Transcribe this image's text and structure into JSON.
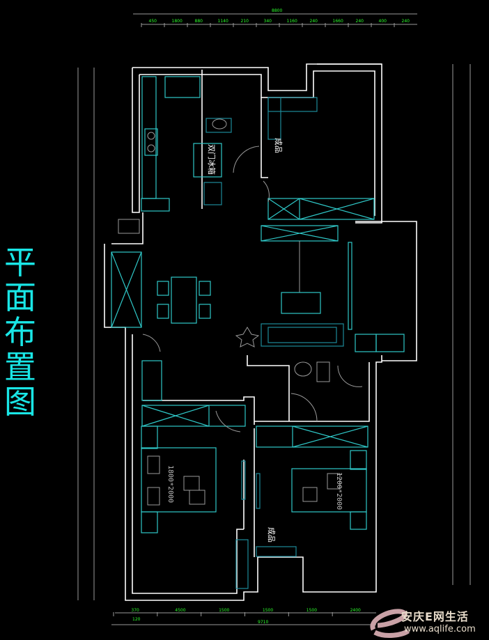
{
  "title": "平面布置图",
  "labels": {
    "fridge": "双门冰箱",
    "finished_product_1": "成品",
    "finished_product_2": "成品",
    "master_bed": "1800*2000",
    "second_bed": "1200*2000"
  },
  "dimensions": {
    "top_total": "8800",
    "top_segments": [
      "450",
      "1800",
      "880",
      "1140",
      "210",
      "340",
      "1160",
      "240",
      "1660",
      "240",
      "400",
      "240"
    ],
    "bottom_total": "9710",
    "bottom_segments": [
      "370",
      "4500",
      "1500",
      "1500",
      "1500",
      "2400"
    ],
    "bottom_extra": "120"
  },
  "watermark": {
    "brand": "安庆E网生活",
    "url": "www.aqlife.com"
  },
  "colors": {
    "background": "#000000",
    "walls": "#ffffff",
    "furniture": "#2fc8c8",
    "dimension_text": "#2cff2c",
    "title": "#19e6e6"
  }
}
